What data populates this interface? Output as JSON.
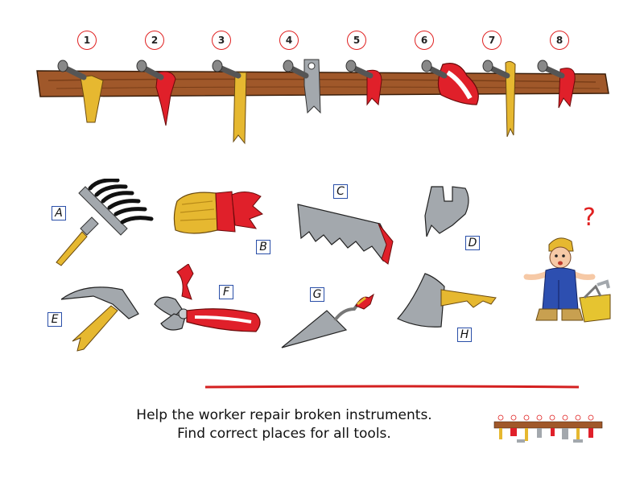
{
  "puzzle": {
    "hook_numbers": [
      "1",
      "2",
      "3",
      "4",
      "5",
      "6",
      "7",
      "8"
    ],
    "tool_letters": [
      "A",
      "B",
      "C",
      "D",
      "E",
      "F",
      "G",
      "H"
    ],
    "tools": [
      {
        "letter": "A",
        "icon": "rake-icon"
      },
      {
        "letter": "B",
        "icon": "paintbrush-icon"
      },
      {
        "letter": "C",
        "icon": "saw-icon"
      },
      {
        "letter": "D",
        "icon": "wrench-icon"
      },
      {
        "letter": "E",
        "icon": "hammer-icon"
      },
      {
        "letter": "F",
        "icon": "pliers-icon"
      },
      {
        "letter": "G",
        "icon": "trowel-icon"
      },
      {
        "letter": "H",
        "icon": "axe-icon"
      }
    ],
    "question_mark": "?",
    "instruction_line1": "Help the worker repair broken instruments.",
    "instruction_line2": "Find correct places for all tools."
  },
  "colors": {
    "board_wood": "#a0582a",
    "number_circle_border": "#e02020",
    "letter_box_border": "#2a4fa8",
    "divider_red": "#d42020",
    "handle_yellow": "#e6b830",
    "tool_red": "#e0202a",
    "metal_gray": "#a3a8ad"
  }
}
